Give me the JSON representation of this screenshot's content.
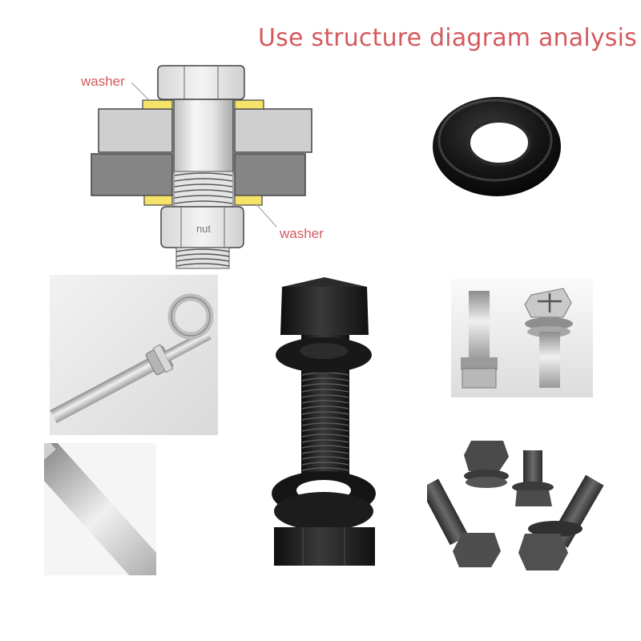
{
  "header": {
    "title": "Use structure diagram analysis"
  },
  "diagram": {
    "label_washer_top": "washer",
    "label_washer_bottom": "washer",
    "label_nut": "nut"
  },
  "colors": {
    "accent": "#d45a5e",
    "washer": "#f5e36a",
    "plate_light": "#cfcfcf",
    "plate_dark": "#858585",
    "metal_black": "#1c1c1c",
    "steel": "#c4c4c4"
  },
  "photos": [
    {
      "name": "black-flat-washer-photo"
    },
    {
      "name": "stainless-eye-bolt-photo"
    },
    {
      "name": "stainless-anchor-bolt-photo"
    },
    {
      "name": "black-bolt-washer-nut-photo"
    },
    {
      "name": "sems-screws-photo"
    },
    {
      "name": "hex-bolt-washer-assemblies-photo"
    }
  ]
}
